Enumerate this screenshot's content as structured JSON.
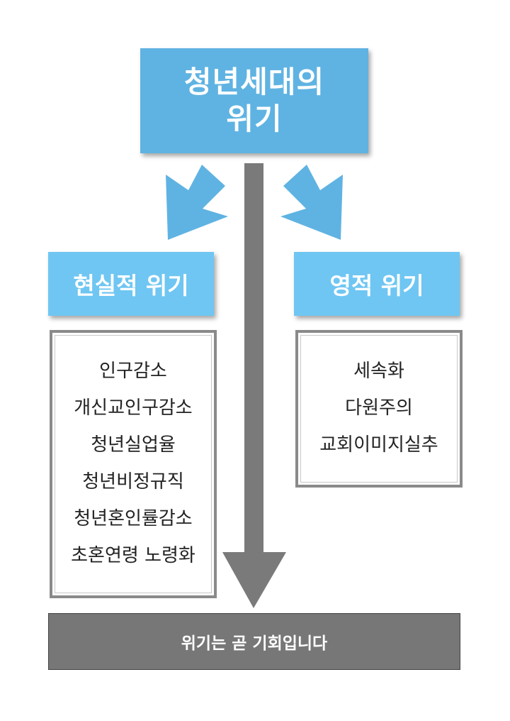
{
  "title": "청년세대의 위기",
  "branches": [
    {
      "heading": "현실적 위기",
      "items": [
        "인구감소",
        "개신교인구감소",
        "청년실업율",
        "청년비정규직",
        "청년혼인률감소",
        "초혼연령 노령화"
      ]
    },
    {
      "heading": "영적 위기",
      "items": [
        "세속화",
        "다원주의",
        "교회이미지실추"
      ]
    }
  ],
  "conclusion": "위기는 곧 기회입니다",
  "colors": {
    "title_box": "#5fb3e2",
    "heading_box": "#6fc6f2",
    "arrow_blue": "#5fb3e2",
    "arrow_gray": "#7a7a7a",
    "conclusion_bar": "#777777"
  }
}
